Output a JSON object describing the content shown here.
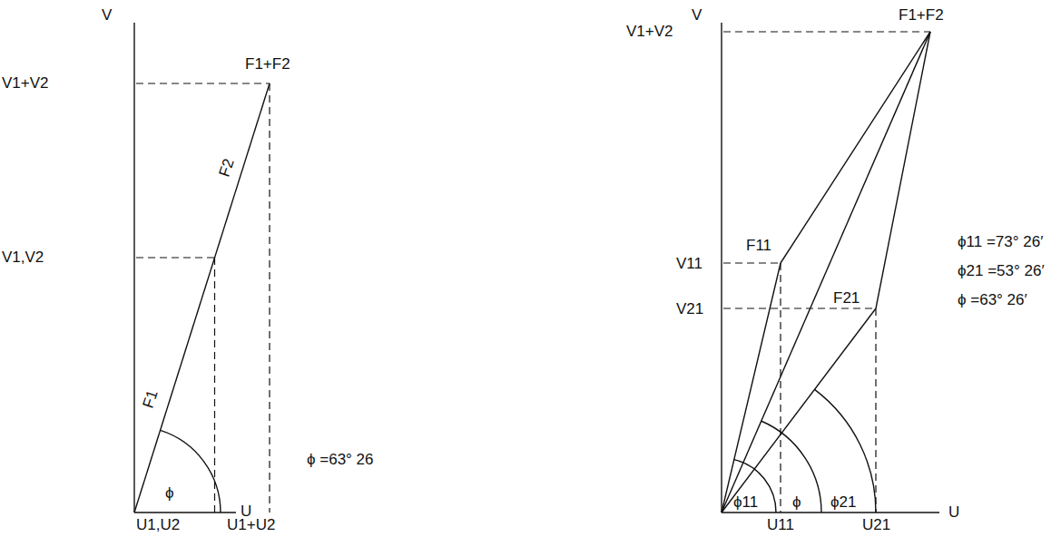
{
  "diagram": {
    "labels": [
      "V",
      "V1+V2",
      "F1+F2",
      "F2",
      "V1,V2",
      "F1",
      "ϕ",
      "ϕ =63° 26",
      "U",
      "U1,U2",
      "U1+U2",
      "V",
      "V1+V2",
      "F1+F2",
      "F11",
      "V11",
      "V21",
      "F21",
      "ϕ11 =73° 26′",
      "ϕ21 =53° 26′",
      "ϕ =63° 26′",
      "ϕ11",
      "ϕ",
      "ϕ21",
      "U",
      "U11",
      "U21"
    ]
  }
}
